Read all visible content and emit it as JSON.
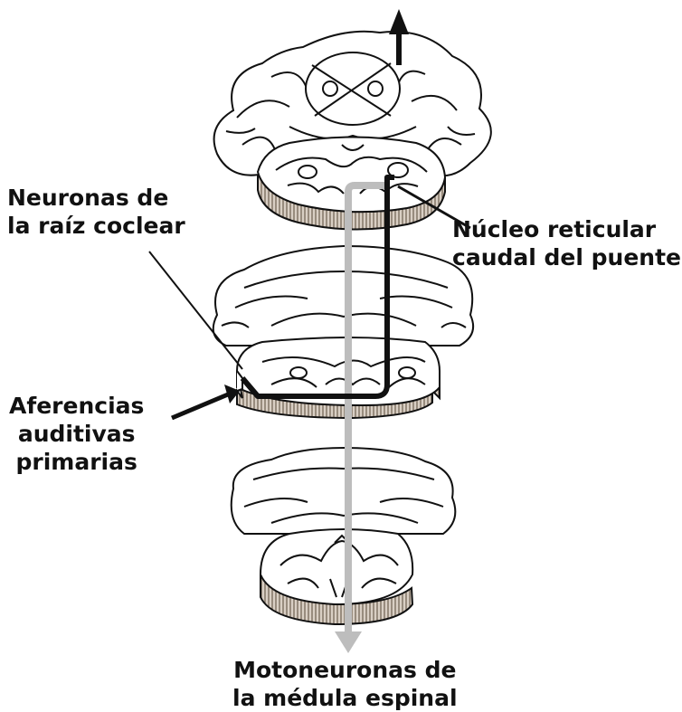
{
  "labels": {
    "cochlear_root_neurons": [
      "Neuronas de",
      "la raíz coclear"
    ],
    "caudal_pontine_nucleus": [
      "Núcleo reticular",
      "caudal del puente"
    ],
    "primary_auditory_afferents": [
      "Aferencias",
      "auditivas",
      "primarias"
    ],
    "spinal_motoneurons": [
      "Motoneuronas de",
      "la médula espinal"
    ]
  },
  "colors": {
    "auditory_pathway": "#111111",
    "motor_pathway": "#bdbdbd",
    "tissue_outline": "#111111",
    "slab_edge": "#7a6a5a"
  }
}
